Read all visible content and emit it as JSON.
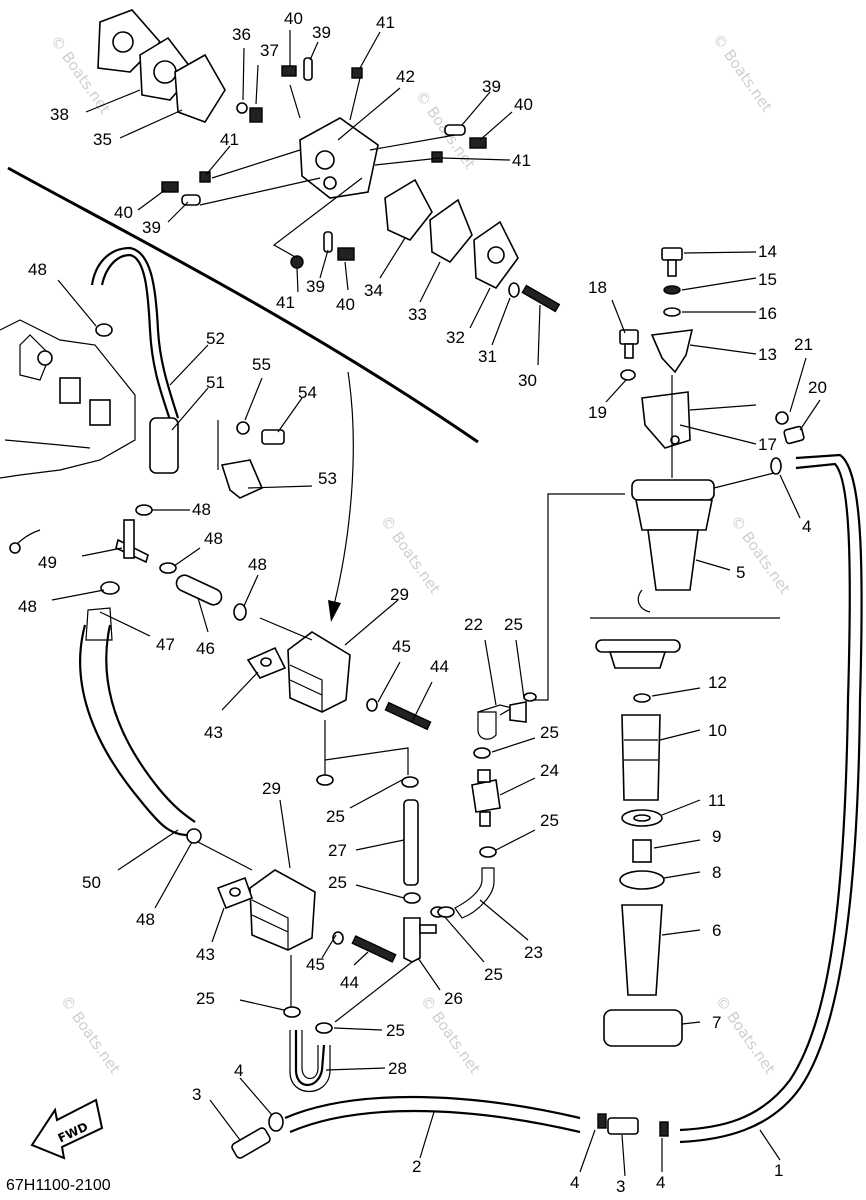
{
  "diagram_code": "67H1100-2100",
  "fwd_label": "FWD",
  "watermark": "© Boats.net",
  "callouts": {
    "c1": "1",
    "c2": "2",
    "c3a": "3",
    "c3b": "3",
    "c4a": "4",
    "c4b": "4",
    "c4c": "4",
    "c4d": "4",
    "c5": "5",
    "c6": "6",
    "c7": "7",
    "c8": "8",
    "c9": "9",
    "c10": "10",
    "c11": "11",
    "c12": "12",
    "c13": "13",
    "c14": "14",
    "c15": "15",
    "c16": "16",
    "c17": "17",
    "c18": "18",
    "c19": "19",
    "c20": "20",
    "c21": "21",
    "c22": "22",
    "c23": "23",
    "c24": "24",
    "c25a": "25",
    "c25b": "25",
    "c25c": "25",
    "c25d": "25",
    "c25e": "25",
    "c25f": "25",
    "c25g": "25",
    "c25h": "25",
    "c26": "26",
    "c27": "27",
    "c28": "28",
    "c29a": "29",
    "c29b": "29",
    "c30": "30",
    "c31": "31",
    "c32": "32",
    "c33": "33",
    "c34": "34",
    "c35": "35",
    "c36": "36",
    "c37": "37",
    "c38": "38",
    "c39a": "39",
    "c39b": "39",
    "c39c": "39",
    "c39d": "39",
    "c40a": "40",
    "c40b": "40",
    "c40c": "40",
    "c40d": "40",
    "c41a": "41",
    "c41b": "41",
    "c41c": "41",
    "c41d": "41",
    "c42": "42",
    "c43a": "43",
    "c43b": "43",
    "c44a": "44",
    "c44b": "44",
    "c45a": "45",
    "c45b": "45",
    "c46": "46",
    "c47": "47",
    "c48a": "48",
    "c48b": "48",
    "c48c": "48",
    "c48d": "48",
    "c48e": "48",
    "c48f": "48",
    "c49": "49",
    "c50": "50",
    "c51": "51",
    "c52": "52",
    "c53": "53",
    "c54": "54",
    "c55": "55"
  }
}
